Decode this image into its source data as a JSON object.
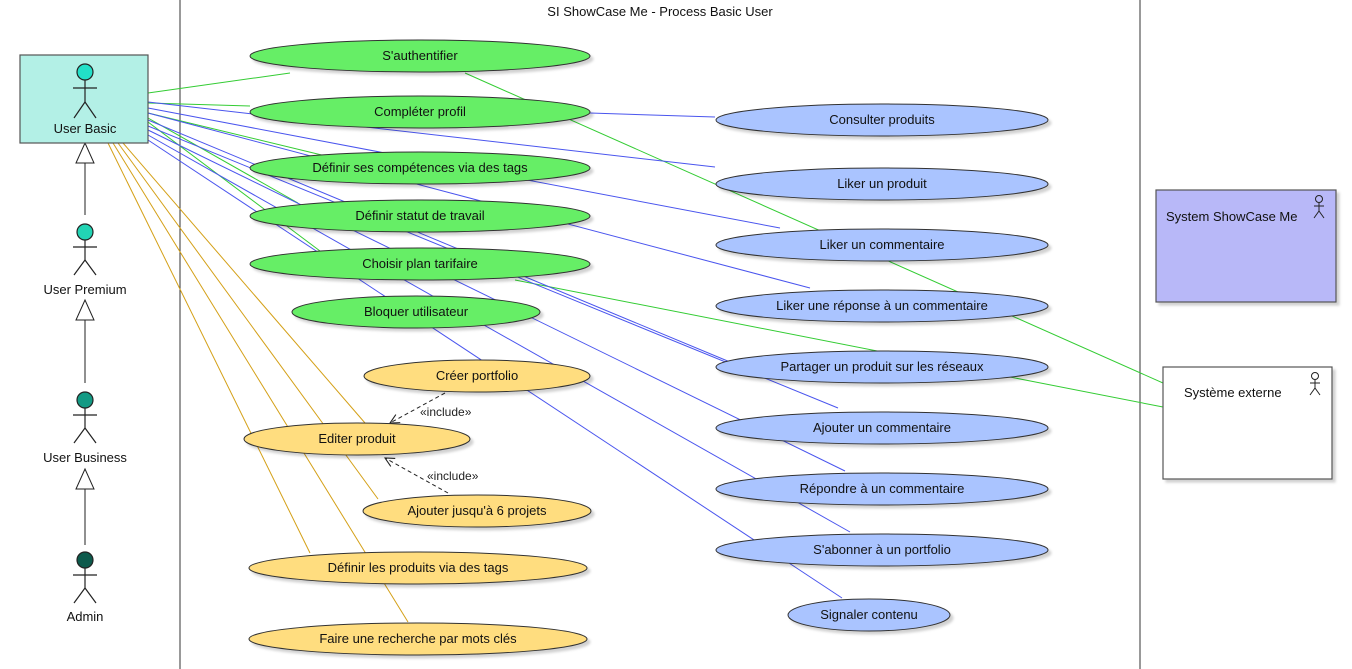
{
  "system_title": "SI ShowCase Me - Process Basic User",
  "actors": {
    "user_basic": "User Basic",
    "user_premium": "User Premium",
    "user_business": "User Business",
    "admin": "Admin",
    "system_showcase": "System ShowCase Me",
    "systeme_externe": "Système externe"
  },
  "colors": {
    "green": "#66ee66",
    "blue": "#aac4ff",
    "yellow": "#ffdd7f",
    "actor_box": "#b3f0e6",
    "system_box": "#b8b8f8",
    "line_green": "#33cc33",
    "line_blue": "#4a55ee",
    "line_yellow": "#d4a017"
  },
  "use_cases": {
    "authentifier": "S'authentifier",
    "completer_profil": "Compléter profil",
    "definir_competences": "Définir ses compétences via des tags",
    "definir_statut": "Définir statut de travail",
    "choisir_plan": "Choisir plan tarifaire",
    "bloquer": "Bloquer utilisateur",
    "creer_portfolio": "Créer portfolio",
    "editer_produit": "Editer produit",
    "ajouter_projets": "Ajouter jusqu'à 6 projets",
    "definir_produits": "Définir les produits via des tags",
    "recherche": "Faire une recherche par mots clés",
    "consulter": "Consulter produits",
    "liker_produit": "Liker un produit",
    "liker_commentaire": "Liker un commentaire",
    "liker_reponse": "Liker une réponse à un commentaire",
    "partager": "Partager un produit sur les réseaux",
    "ajouter_commentaire": "Ajouter un commentaire",
    "repondre": "Répondre à un commentaire",
    "abonner": "S'abonner à un portfolio",
    "signaler": "Signaler contenu"
  },
  "relations": {
    "include_1": "«include»",
    "include_2": "«include»"
  }
}
